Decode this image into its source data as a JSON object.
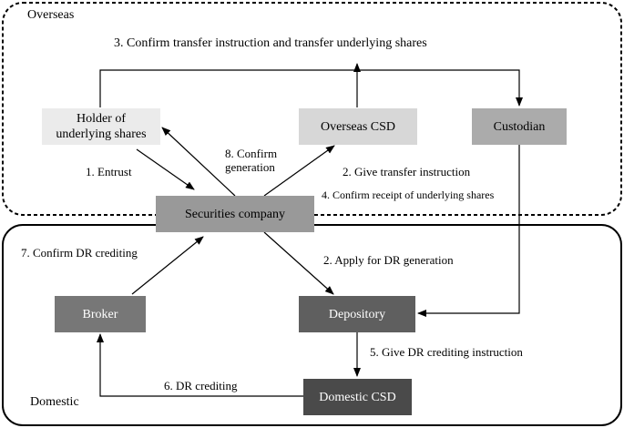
{
  "regions": {
    "overseas": "Overseas",
    "domestic": "Domestic"
  },
  "nodes": {
    "holder": {
      "line1": "Holder of",
      "line2": "underlying shares"
    },
    "overseas_csd": "Overseas CSD",
    "custodian": "Custodian",
    "securities_company": "Securities company",
    "broker": "Broker",
    "depository": "Depository",
    "domestic_csd": "Domestic CSD"
  },
  "steps": {
    "s1": "1. Entrust",
    "s2a": "2. Give transfer instruction",
    "s2b": "2. Apply for DR generation",
    "s3": "3. Confirm transfer instruction and transfer underlying shares",
    "s4": "4. Confirm receipt of underlying shares",
    "s5": "5. Give DR crediting instruction",
    "s6": "6. DR crediting",
    "s7": "7. Confirm DR crediting",
    "s8": {
      "line1": "8. Confirm",
      "line2": "generation"
    }
  },
  "colors": {
    "holder": "#ebebeb",
    "overseas_csd": "#d7d7d7",
    "custodian": "#ababab",
    "securities_company": "#999999",
    "broker": "#777777",
    "depository": "#5f5f5f",
    "domestic_csd": "#4a4a4a"
  }
}
